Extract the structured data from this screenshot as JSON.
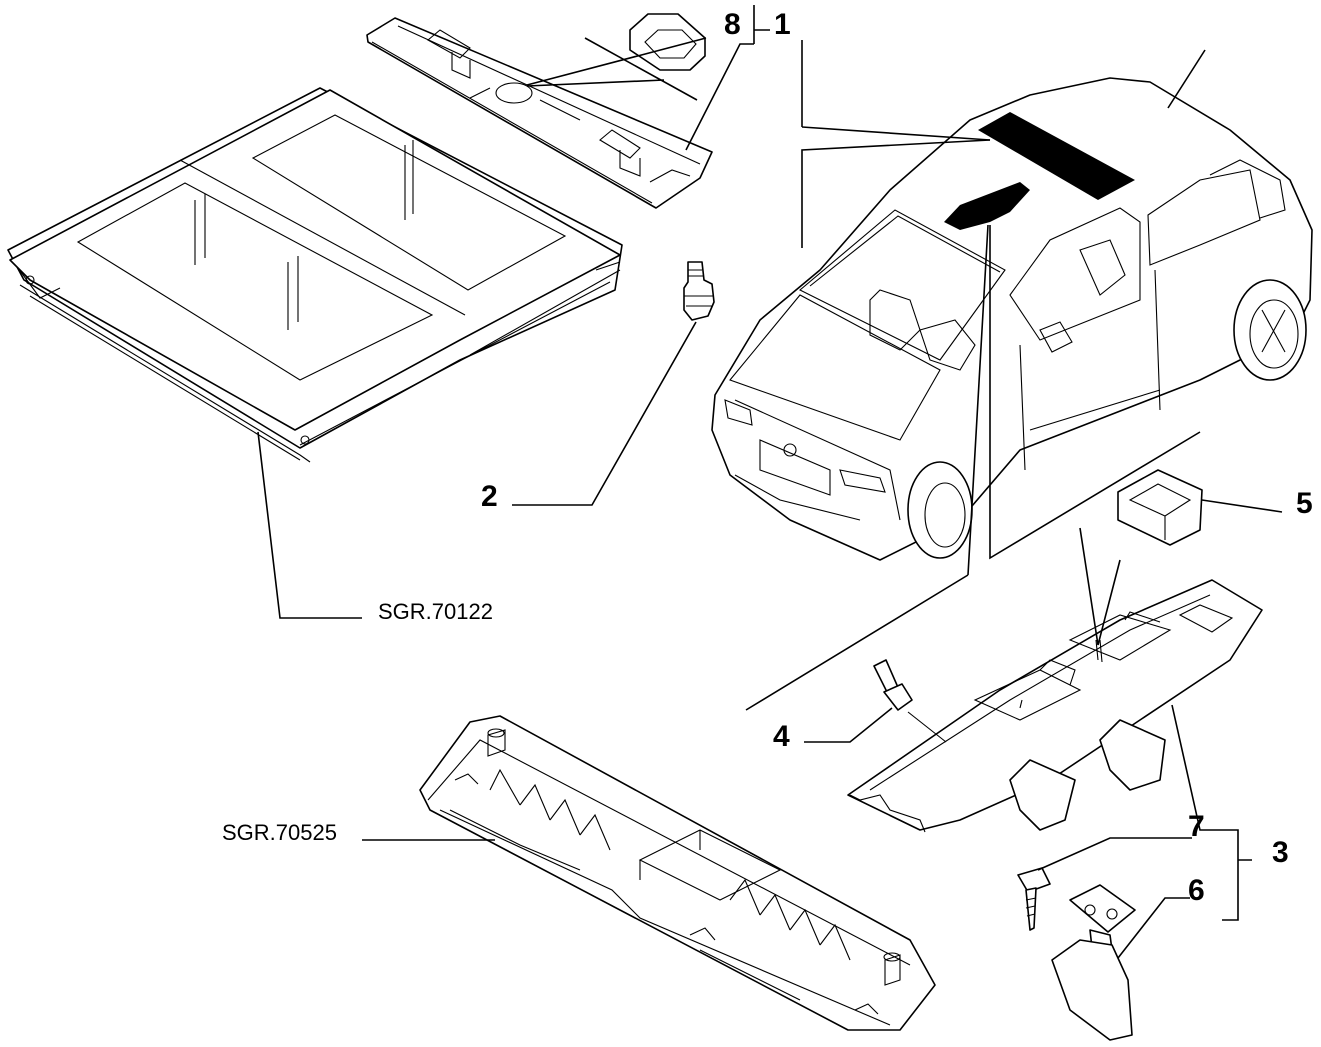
{
  "callouts": {
    "c1": "1",
    "c2": "2",
    "c3": "3",
    "c4": "4",
    "c5": "5",
    "c6": "6",
    "c7": "7",
    "c8": "8"
  },
  "references": {
    "roof": "SGR.70122",
    "shelf": "SGR.70525"
  }
}
